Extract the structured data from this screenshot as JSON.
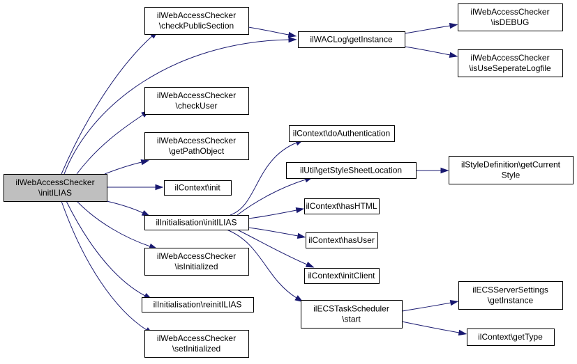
{
  "colors": {
    "edge": "#191970",
    "root_fill": "#bfbfbf",
    "node_fill": "#ffffff",
    "node_border": "#000000"
  },
  "nodes": [
    {
      "id": "init_ilias",
      "lines": [
        "ilWebAccessChecker",
        "\\initILIAS"
      ]
    },
    {
      "id": "check_public_section",
      "lines": [
        "ilWebAccessChecker",
        "\\checkPublicSection"
      ]
    },
    {
      "id": "check_user",
      "lines": [
        "ilWebAccessChecker",
        "\\checkUser"
      ]
    },
    {
      "id": "get_path_object",
      "lines": [
        "ilWebAccessChecker",
        "\\getPathObject"
      ]
    },
    {
      "id": "context_init",
      "lines": [
        "ilContext\\init"
      ]
    },
    {
      "id": "initialisation_init_ilias",
      "lines": [
        "ilInitialisation\\initILIAS"
      ]
    },
    {
      "id": "is_initialized",
      "lines": [
        "ilWebAccessChecker",
        "\\isInitialized"
      ]
    },
    {
      "id": "reinit_ilias",
      "lines": [
        "ilInitialisation\\reinitILIAS"
      ]
    },
    {
      "id": "set_initialized",
      "lines": [
        "ilWebAccessChecker",
        "\\setInitialized"
      ]
    },
    {
      "id": "waclog_get_instance",
      "lines": [
        "ilWACLog\\getInstance"
      ]
    },
    {
      "id": "is_debug",
      "lines": [
        "ilWebAccessChecker",
        "\\isDEBUG"
      ]
    },
    {
      "id": "is_use_seperate_logfile",
      "lines": [
        "ilWebAccessChecker",
        "\\isUseSeperateLogfile"
      ]
    },
    {
      "id": "do_authentication",
      "lines": [
        "ilContext\\doAuthentication"
      ]
    },
    {
      "id": "get_style_sheet_location",
      "lines": [
        "ilUtil\\getStyleSheetLocation"
      ]
    },
    {
      "id": "style_definition_get_current_style",
      "lines": [
        "ilStyleDefinition\\getCurrent",
        "Style"
      ]
    },
    {
      "id": "has_html",
      "lines": [
        "ilContext\\hasHTML"
      ]
    },
    {
      "id": "has_user",
      "lines": [
        "ilContext\\hasUser"
      ]
    },
    {
      "id": "init_client",
      "lines": [
        "ilContext\\initClient"
      ]
    },
    {
      "id": "ecs_task_scheduler_start",
      "lines": [
        "ilECSTaskScheduler",
        "\\start"
      ]
    },
    {
      "id": "ecs_server_settings_get_instance",
      "lines": [
        "ilECSServerSettings",
        "\\getInstance"
      ]
    },
    {
      "id": "context_get_type",
      "lines": [
        "ilContext\\getType"
      ]
    }
  ],
  "edges": [
    {
      "from": "init_ilias",
      "to": "check_public_section"
    },
    {
      "from": "init_ilias",
      "to": "waclog_get_instance"
    },
    {
      "from": "init_ilias",
      "to": "check_user"
    },
    {
      "from": "init_ilias",
      "to": "get_path_object"
    },
    {
      "from": "init_ilias",
      "to": "context_init"
    },
    {
      "from": "init_ilias",
      "to": "initialisation_init_ilias"
    },
    {
      "from": "init_ilias",
      "to": "is_initialized"
    },
    {
      "from": "init_ilias",
      "to": "reinit_ilias"
    },
    {
      "from": "init_ilias",
      "to": "set_initialized"
    },
    {
      "from": "check_public_section",
      "to": "waclog_get_instance"
    },
    {
      "from": "waclog_get_instance",
      "to": "is_debug"
    },
    {
      "from": "waclog_get_instance",
      "to": "is_use_seperate_logfile"
    },
    {
      "from": "initialisation_init_ilias",
      "to": "do_authentication"
    },
    {
      "from": "initialisation_init_ilias",
      "to": "get_style_sheet_location"
    },
    {
      "from": "initialisation_init_ilias",
      "to": "has_html"
    },
    {
      "from": "initialisation_init_ilias",
      "to": "has_user"
    },
    {
      "from": "initialisation_init_ilias",
      "to": "init_client"
    },
    {
      "from": "initialisation_init_ilias",
      "to": "ecs_task_scheduler_start"
    },
    {
      "from": "get_style_sheet_location",
      "to": "style_definition_get_current_style"
    },
    {
      "from": "ecs_task_scheduler_start",
      "to": "ecs_server_settings_get_instance"
    },
    {
      "from": "ecs_task_scheduler_start",
      "to": "context_get_type"
    }
  ]
}
